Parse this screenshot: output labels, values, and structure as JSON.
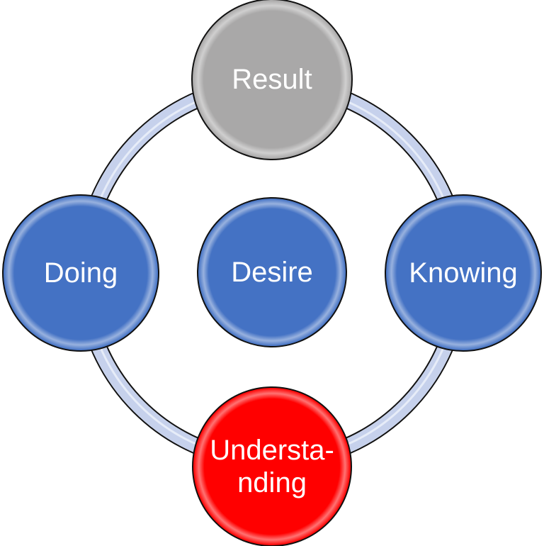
{
  "diagram": {
    "type": "cycle",
    "ring_color": "#C6D1EC",
    "center": {
      "label": "Desire",
      "color": "#4472C4"
    },
    "nodes": [
      {
        "id": "result",
        "label": "Result",
        "lines": [
          "Result"
        ],
        "color": "#A9A8A8",
        "position": "top"
      },
      {
        "id": "knowing",
        "label": "Knowing",
        "lines": [
          "Knowing"
        ],
        "color": "#4472C4",
        "position": "right"
      },
      {
        "id": "understanding",
        "label": "Understanding",
        "lines": [
          "Understa-",
          "nding"
        ],
        "color": "#FF0000",
        "position": "bottom"
      },
      {
        "id": "doing",
        "label": "Doing",
        "lines": [
          "Doing"
        ],
        "color": "#4472C4",
        "position": "left"
      }
    ]
  }
}
